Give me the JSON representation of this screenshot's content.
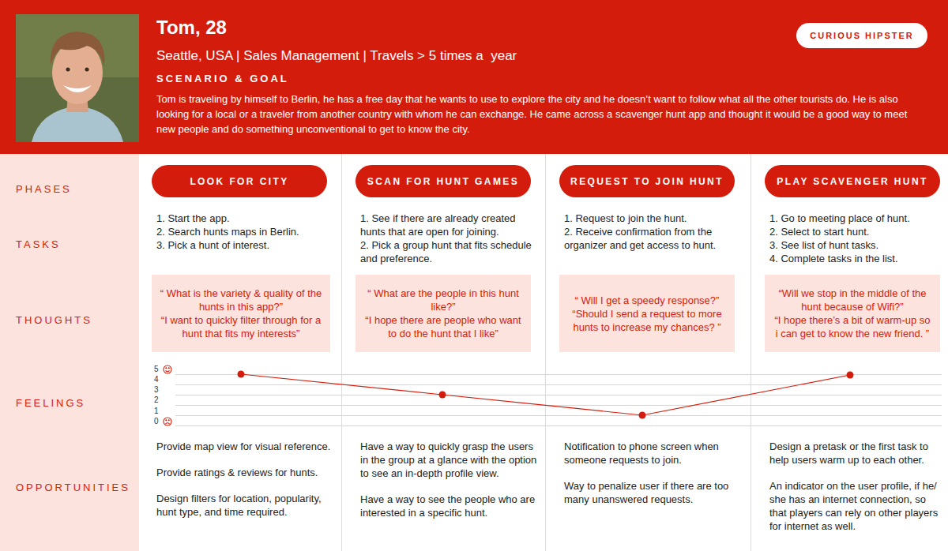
{
  "diagram": {
    "title": "Tom, 28",
    "nodes": [
      {
        "text": [
          "Seattle, USA | Sales Management | Travels > 5 times a  year",
          "SCENARIO & GOAL",
          "Tom is traveling by himself to Berlin, he has a free day that he wants to use to explore the city and he doesn’t want to follow what all the other tourists do. He is also looking for a local or a traveler from another country with whom he can exchange. He came across a scavenger hunt app and thought it would be a good way to meet new people and do something unconventional to get to know the city."
        ]
      },
      {
        "text": [
          "CURIOUS HIPSTER"
        ],
        "in": 0
      },
      {
        "text": [
          "PHASES",
          "TASKS",
          "THOUGHTS",
          "FEELINGS",
          "OPPORTUNITIES"
        ]
      },
      {
        "text": [
          "LOOK FOR CITY"
        ]
      },
      {
        "text": [
          "SCAN FOR HUNT GAMES"
        ]
      },
      {
        "text": [
          "REQUEST TO JOIN HUNT"
        ]
      },
      {
        "text": [
          "PLAY SCAVENGER HUNT"
        ]
      },
      {
        "text": [
          "“ What is the variety & quality of the hunts in this app?”",
          "“I want to quickly filter through for a hunt that fits my interests”"
        ]
      },
      {
        "text": [
          "“ What are the people in this hunt like?”",
          "“I hope there are people who want to do the hunt that I like”"
        ]
      },
      {
        "text": [
          "“ Will I get a speedy response?”",
          "“Should I send a request to more hunts to increase my chances? ”"
        ]
      },
      {
        "text": [
          "“Will we stop in the middle of the hunt because of Wifi?”",
          "“I hope there’s a bit of warm-up so i can get to know the new friend. ”"
        ]
      }
    ],
    "labels": [
      "1. Start the app.",
      "2. Search hunts maps in Berlin.",
      "3. Pick a hunt of interest.",
      "1. See if there are already created hunts that are open for joining.",
      "2. Pick a group hunt that fits schedule and preference.",
      "1. Request to join the hunt.",
      "2. Receive confirmation from the organizer and get access to hunt.",
      "1. Go to meeting place of hunt.",
      "2. Select to start hunt.",
      "3. See list of hunt tasks.",
      "4. Complete tasks in the list.",
      "5",
      "4",
      "3",
      "2",
      "1",
      "0",
      "Provide map view for visual reference.",
      "Provide ratings & reviews for hunts.",
      "Design filters for location, popularity, hunt type, and time required.",
      "Have a way to quickly grasp the users in the group at a glance with the option to see an in-depth profile view.",
      "Have a way to see the people who are interested in a specific hunt.",
      "Notification to phone screen when someone requests to join.",
      "Way to penalize user if there are too many unanswered requests.",
      "Design a pretask or the first task to help users warm up to each other.",
      "An indicator on the user profile, if he/ she has an internet connection, so that players can rely on other players for internet as well."
    ]
  }
}
